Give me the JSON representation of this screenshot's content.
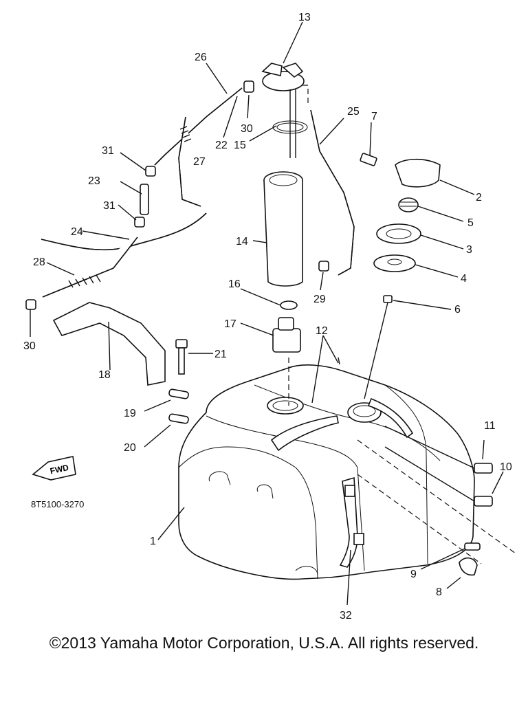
{
  "diagram": {
    "part_code": "8T5100-3270",
    "fwd_label": "FWD",
    "callouts": [
      {
        "id": "c1",
        "label": "1"
      },
      {
        "id": "c2",
        "label": "2"
      },
      {
        "id": "c3",
        "label": "3"
      },
      {
        "id": "c4",
        "label": "4"
      },
      {
        "id": "c5",
        "label": "5"
      },
      {
        "id": "c6",
        "label": "6"
      },
      {
        "id": "c7",
        "label": "7"
      },
      {
        "id": "c8",
        "label": "8"
      },
      {
        "id": "c9",
        "label": "9"
      },
      {
        "id": "c10",
        "label": "10"
      },
      {
        "id": "c11",
        "label": "11"
      },
      {
        "id": "c12",
        "label": "12"
      },
      {
        "id": "c13",
        "label": "13"
      },
      {
        "id": "c14",
        "label": "14"
      },
      {
        "id": "c15",
        "label": "15"
      },
      {
        "id": "c16",
        "label": "16"
      },
      {
        "id": "c17",
        "label": "17"
      },
      {
        "id": "c18",
        "label": "18"
      },
      {
        "id": "c19",
        "label": "19"
      },
      {
        "id": "c20",
        "label": "20"
      },
      {
        "id": "c21",
        "label": "21"
      },
      {
        "id": "c22",
        "label": "22"
      },
      {
        "id": "c23",
        "label": "23"
      },
      {
        "id": "c24",
        "label": "24"
      },
      {
        "id": "c25",
        "label": "25"
      },
      {
        "id": "c26",
        "label": "26"
      },
      {
        "id": "c27",
        "label": "27"
      },
      {
        "id": "c28",
        "label": "28"
      },
      {
        "id": "c29",
        "label": "29"
      },
      {
        "id": "c30a",
        "label": "30"
      },
      {
        "id": "c30b",
        "label": "30"
      },
      {
        "id": "c31a",
        "label": "31"
      },
      {
        "id": "c31b",
        "label": "31"
      },
      {
        "id": "c32",
        "label": "32"
      }
    ]
  },
  "footer": {
    "copyright": "©2013 Yamaha Motor Corporation, U.S.A. All rights reserved."
  }
}
